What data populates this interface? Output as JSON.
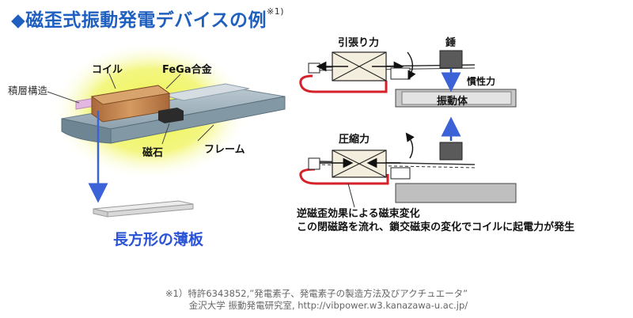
{
  "title": {
    "text": "◆磁歪式振動発電デバイスの例",
    "sup": "※1)"
  },
  "left_diagram": {
    "labels": {
      "coil": "コイル",
      "fega": "FeGa合金",
      "laminated": "積層構造",
      "magnet": "磁石",
      "frame": "フレーム"
    },
    "plate_label": "長方形の薄板",
    "colors": {
      "arrow": "#3b62d6",
      "glow": "#e7f23c",
      "coil": "#c6894e",
      "frame": "#7f94a1"
    }
  },
  "right_diagram": {
    "tension_label": "引張り力",
    "weight_label": "錘",
    "inertia_label": "慣性力",
    "vibrator_label": "振動体",
    "compression_label": "圧縮力",
    "description": [
      "逆磁歪効果による磁束変化",
      "この閉磁路を流れ、鎖交磁束の変化でコイルに起電力が発生"
    ]
  },
  "footnote": [
    "※1）特許6343852,”発電素子、発電素子の製造方法及びアクチュエータ”",
    "金沢大学 振動発電研究室, http://vibpower.w3.kanazawa-u.ac.jp/"
  ]
}
